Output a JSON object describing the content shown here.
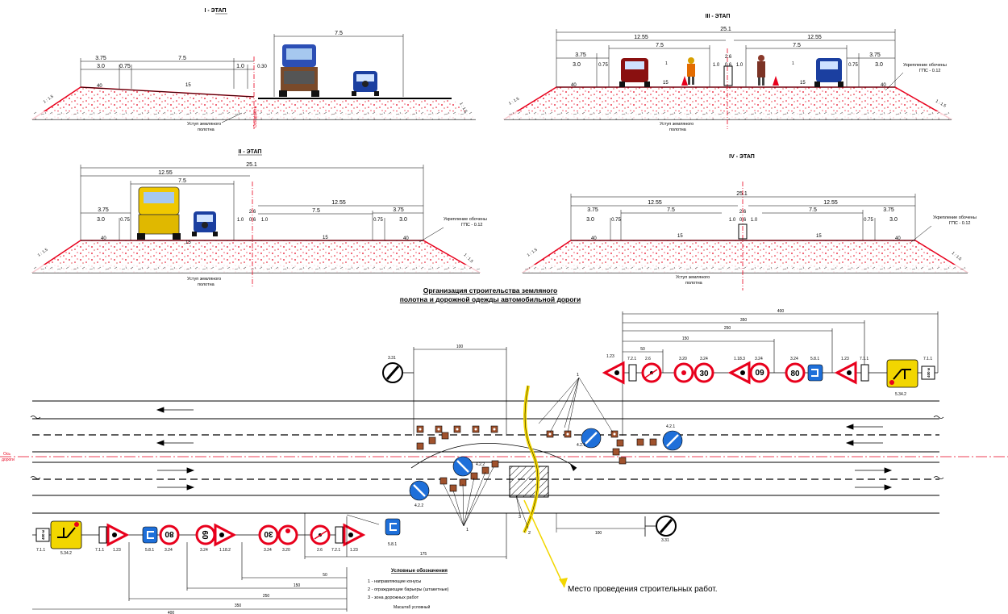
{
  "sections": {
    "stage1": {
      "title": "I - ЭТАП",
      "dims": {
        "d3_75": "3.75",
        "d3_0": "3.0",
        "d0_75": "0.75",
        "d7_5": "7.5",
        "d1_0": "1.0",
        "d0_30": "0.30",
        "d7_5_top": "7.5",
        "d15": "15",
        "d40": "40",
        "slope": "1 : 1.5"
      },
      "uступ": "Уступ земляного",
      "uступ2": "полотна",
      "axis": "Ось дороги"
    },
    "stage2": {
      "title": "II - ЭТАП",
      "dims": {
        "total": "25.1",
        "d12_55a": "12.55",
        "d12_55b": "12.55",
        "d7_5a": "7.5",
        "d7_5b": "7.5",
        "d3_75a": "3.75",
        "d3_75b": "3.75",
        "d3_0a": "3.0",
        "d3_0b": "3.0",
        "d0_75a": "0.75",
        "d0_75b": "0.75",
        "d1_0a": "1.0",
        "d1_0b": "1.0",
        "d2_6": "2.6",
        "d0_6": "0.6",
        "d15a": "15",
        "d15b": "15",
        "d40a": "40",
        "d40b": "40",
        "slope": "1 : 1.5"
      },
      "reinf1": "Укрепление обочены",
      "reinf2": "ГПС - 0.12",
      "uступ": "Уступ земляного",
      "uступ2": "полотна"
    },
    "stage3": {
      "title": "III - ЭТАП",
      "dims": {
        "total": "25.1",
        "d12_55a": "12.55",
        "d12_55b": "12.55",
        "d7_5a": "7.5",
        "d7_5b": "7.5",
        "d3_75a": "3.75",
        "d3_75b": "3.75",
        "d3_0a": "3.0",
        "d3_0b": "3.0",
        "d0_75a": "0.75",
        "d0_75b": "0.75",
        "d1_0a": "1.0",
        "d1_0b": "1.0",
        "d2_6": "2.6",
        "d0_6": "0.6",
        "d15a": "15",
        "d15b": "15",
        "d40a": "40",
        "d40b": "40",
        "one": "1",
        "slope": "1 : 1.5"
      },
      "reinf1": "Укрепление обочены",
      "reinf2": "ГПС - 0.12",
      "uступ": "Уступ земляного",
      "uступ2": "полотна"
    },
    "stage4": {
      "title": "IV - ЭТАП",
      "dims": {
        "total": "25.1",
        "d12_55a": "12.55",
        "d12_55b": "12.55",
        "d7_5a": "7.5",
        "d7_5b": "7.5",
        "d3_75a": "3.75",
        "d3_75b": "3.75",
        "d3_0a": "3.0",
        "d3_0b": "3.0",
        "d0_75a": "0.75",
        "d0_75b": "0.75",
        "d1_0a": "1.0",
        "d1_0b": "1.0",
        "d2_6": "2.6",
        "d0_6": "0.6",
        "d15a": "15",
        "d15b": "15",
        "d40a": "40",
        "d40b": "40",
        "slope": "1 : 1.5"
      },
      "reinf1": "Укрепление обочены",
      "reinf2": "ГПС - 0.12",
      "uступ": "Уступ земляного",
      "uступ2": "полотна"
    }
  },
  "plan": {
    "title_line1": "Организация строительства земляного",
    "title_line2": "полотна и дорожной одежды автомобильной дороги",
    "axis_line1": "Ось",
    "axis_line2": "дороги",
    "top_dims": {
      "d400": "400",
      "d350": "350",
      "d250": "250",
      "d150": "150",
      "d50": "50",
      "d100": "100"
    },
    "bottom_dims": {
      "d175": "175",
      "d50": "50",
      "d150": "150",
      "d250": "250",
      "d350": "350",
      "d400": "400",
      "d100": "100"
    },
    "top_sign_labels": [
      "1.23",
      "7.2.1",
      "2.6",
      "3.20",
      "3.24",
      "1.18.3",
      "3.24",
      "3.24",
      "5.8.1",
      "1.23",
      "7.1.1",
      "5.34.2",
      "7.1.1",
      "3.31"
    ],
    "bottom_sign_labels": [
      "7.1.1",
      "5.34.2",
      "7.1.1",
      "1.23",
      "5.8.1",
      "3.24",
      "3.24",
      "1.18.2",
      "3.24",
      "3.20",
      "2.6",
      "7.2.1",
      "1.23",
      "5.8.1",
      "3.31"
    ],
    "speed_80": "80",
    "speed_60": "60",
    "speed_30": "30",
    "plate_text": "400 м",
    "sign_4_2_1": "4.2.1",
    "sign_4_2_2": "4.2.2",
    "callout_1": "1",
    "callout_2": "2",
    "callout_3": "3",
    "legend": {
      "title": "Условные обозначения",
      "item1": "1 - направляющие  конусы",
      "item2": "2 - ограждающие барьеры (штакетные)",
      "item3": "3 - зона дорожных работ",
      "scale": "Масштаб условный"
    },
    "work_place": "Место проведения строительных работ."
  },
  "colors": {
    "red": "#e8001c",
    "blue": "#1e6fd9",
    "yellow": "#f2d600",
    "cone": "#a0522d"
  }
}
